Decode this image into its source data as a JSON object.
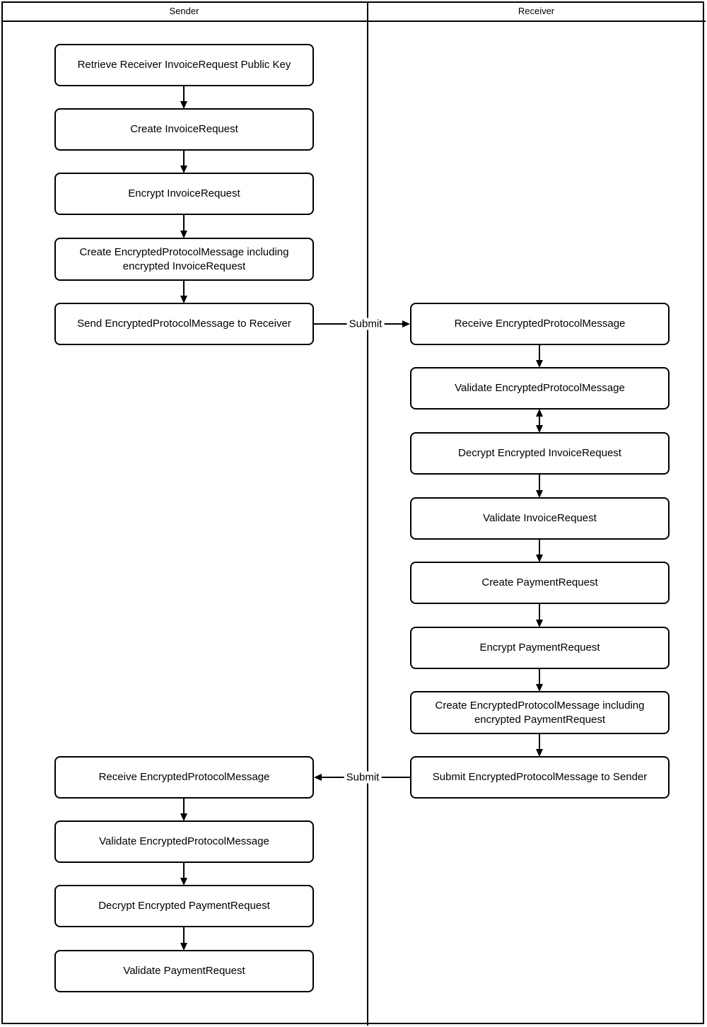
{
  "diagram_type": "swimlane-flowchart",
  "header": {
    "sender_label": "Sender",
    "receiver_label": "Receiver"
  },
  "sender_steps": [
    "Retrieve Receiver InvoiceRequest Public Key",
    "Create InvoiceRequest",
    "Encrypt InvoiceRequest",
    "Create EncryptedProtocolMessage including encrypted InvoiceRequest",
    "Send EncryptedProtocolMessage to Receiver",
    "Receive EncryptedProtocolMessage",
    "Validate EncryptedProtocolMessage",
    "Decrypt Encrypted PaymentRequest",
    "Validate PaymentRequest"
  ],
  "receiver_steps": [
    "Receive EncryptedProtocolMessage",
    "Validate EncryptedProtocolMessage",
    "Decrypt Encrypted InvoiceRequest",
    "Validate InvoiceRequest",
    "Create PaymentRequest",
    "Encrypt PaymentRequest",
    "Create EncryptedProtocolMessage including encrypted PaymentRequest",
    "Submit EncryptedProtocolMessage to Sender"
  ],
  "connectors": {
    "sender_to_receiver_label": "Submit",
    "receiver_to_sender_label": "Submit"
  },
  "colors": {
    "line": "#000000",
    "box_fill": "#ffffff",
    "background": "#ffffff"
  }
}
